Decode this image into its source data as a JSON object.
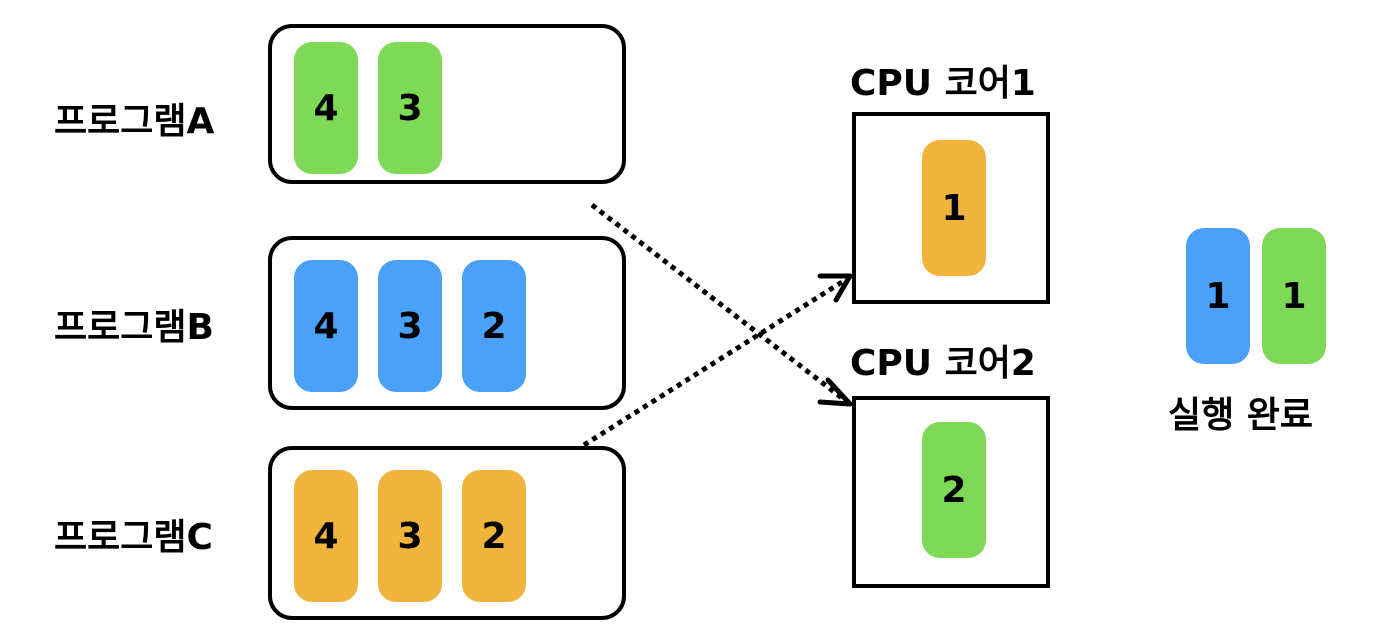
{
  "colors": {
    "program_a": "#7ed957",
    "program_b": "#4aa1f7",
    "program_c": "#f0b43c"
  },
  "programs": [
    {
      "label": "프로그램A",
      "tasks": [
        "4",
        "3"
      ],
      "color_key": "program_a"
    },
    {
      "label": "프로그램B",
      "tasks": [
        "4",
        "3",
        "2"
      ],
      "color_key": "program_b"
    },
    {
      "label": "프로그램C",
      "tasks": [
        "4",
        "3",
        "2"
      ],
      "color_key": "program_c"
    }
  ],
  "cores": [
    {
      "title": "CPU 코어1",
      "task": "1",
      "color_key": "program_c"
    },
    {
      "title": "CPU 코어2",
      "task": "2",
      "color_key": "program_a"
    }
  ],
  "completed": {
    "tasks": [
      {
        "label": "1",
        "color_key": "program_b"
      },
      {
        "label": "1",
        "color_key": "program_a"
      }
    ],
    "label": "실행 완료"
  }
}
